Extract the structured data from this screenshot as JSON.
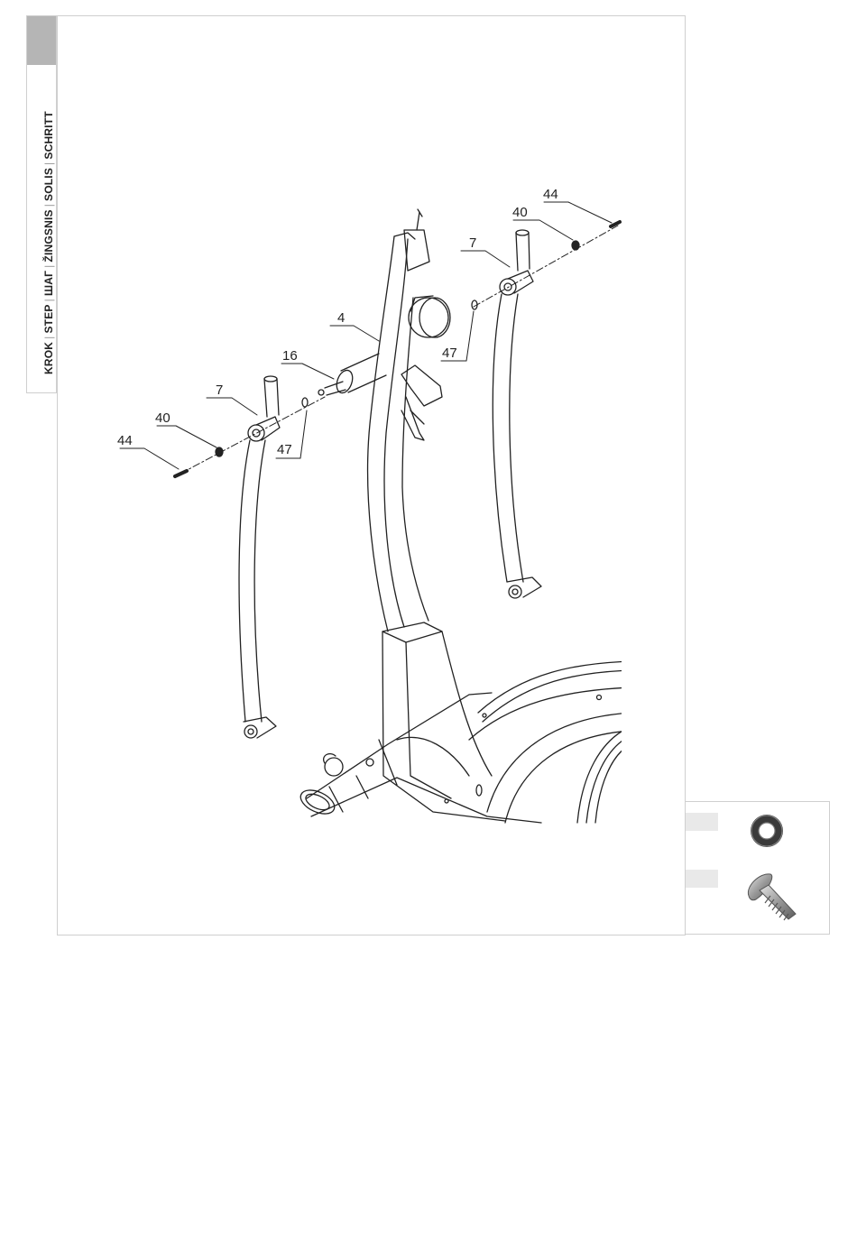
{
  "step_tab": {
    "labels": [
      "KROK",
      "STEP",
      "ШАГ",
      "ŽINGSNIS",
      "SOLIS",
      "SCHRITT"
    ],
    "separator": "|"
  },
  "diagram": {
    "callouts": {
      "c44_left": "44",
      "c40_left": "40",
      "c7_left": "7",
      "c16": "16",
      "c4": "4",
      "c47_left": "47",
      "c44_right": "44",
      "c40_right": "40",
      "c7_right": "7",
      "c47_right": "47"
    }
  },
  "hardware": {
    "items": [
      {
        "icon": "washer-icon"
      },
      {
        "icon": "carriage-bolt-icon"
      }
    ]
  }
}
